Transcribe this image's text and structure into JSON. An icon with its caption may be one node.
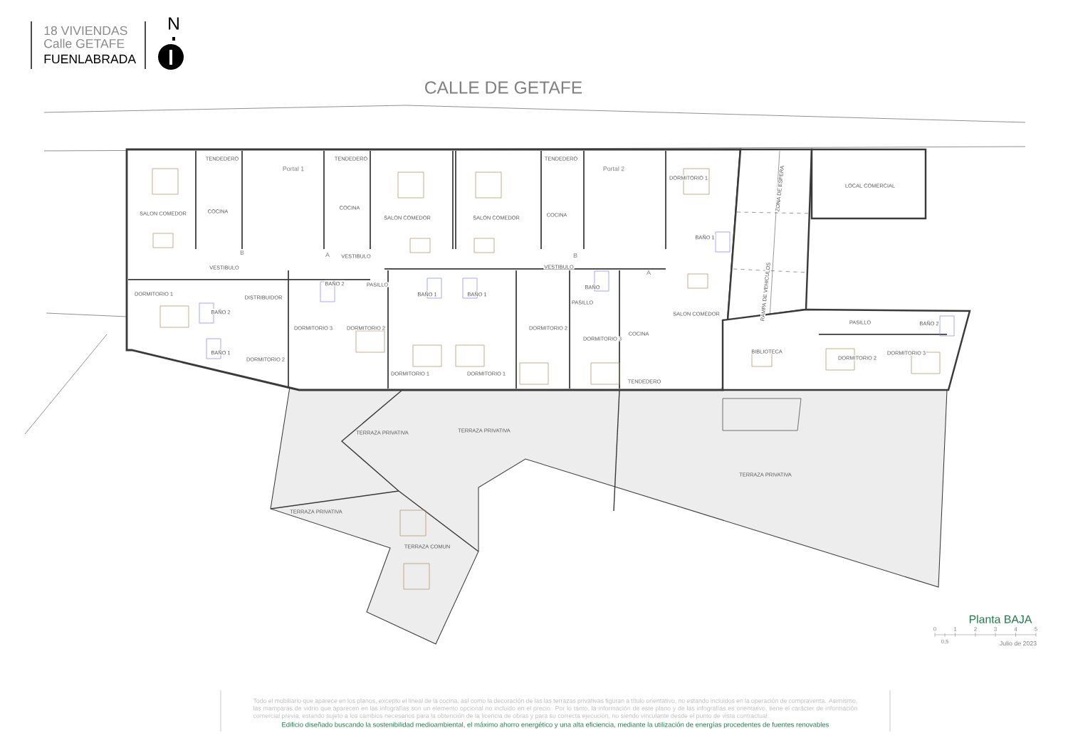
{
  "diagram": {
    "labels": [
      "18 VIVIENDAS",
      "Calle GETAFE",
      "FUENLABRADA",
      "N",
      "CALLE DE GETAFE",
      "Portal 1",
      "Portal 2",
      "SALON COMEDOR",
      "TENDEDERO",
      "COCINA",
      "TENDEDERO",
      "COCINA",
      "SALON COMEDOR",
      "SALON COMEDOR",
      "TENDEDERO",
      "COCINA",
      "DORMITORIO 1",
      "BAÑO 1",
      "SALON COMEDOR",
      "VESTIBULO",
      "VESTIBULO",
      "VESTIBULO",
      "DISTRIBUIDOR",
      "DORMITORIO 1",
      "BAÑO 2",
      "BAÑO 1",
      "DORMITORIO 2",
      "DORMITORIO 3",
      "BAÑO 2",
      "PASILLO",
      "DORMITORIO 2",
      "BAÑO 1",
      "BAÑO 1",
      "DORMITORIO 1",
      "DORMITORIO 1",
      "BAÑO",
      "PASILLO",
      "DORMITORIO 2",
      "DORMITORIO 3",
      "COCINA",
      "TENDEDERO",
      "ZONA DE ESPERA",
      "RAMPA DE VEHICULOS",
      "LOCAL COMERCIAL",
      "BIBLIOTECA",
      "PASILLO",
      "DORMITORIO 2",
      "DORMITORIO 3",
      "BAÑO 2",
      "TERRAZA PRIVATIVA",
      "TERRAZA PRIVATIVA",
      "TERRAZA PRIVATIVA",
      "TERRAZA PRIVATIVA",
      "TERRAZA COMUN",
      "B",
      "A",
      "B",
      "A",
      "Planta BAJA",
      "0",
      "1",
      "2",
      "3",
      "4",
      "5",
      "0,5",
      "Julio de 2023",
      "Todo el mobiliario que aparece en los planos, excepto el lineal de la cocina, así como la decoración de las las terrazas privativas figuran a título orientativo, no estando incluidos en la operación de compraventa. Asimismo, las mamparas de vidrio que aparecen en las infografías son un elemento opcional no incluido en el precio. Por lo tanto, la información de este plano y de las infografías es orientativo, tiene el carácter de información comercial previa, estando sujeto a los cambios necesarios para la obtención de la licencia de obras y para su correcta ejecución, no siendo vinculante desde el punto de vista contractual.",
      "Edificio diseñado buscando la sostenibilidad medioambiental, el máximo ahorro energético y una alta eficiencia, mediante la utilización de energías procedentes de fuentes renovables"
    ]
  }
}
